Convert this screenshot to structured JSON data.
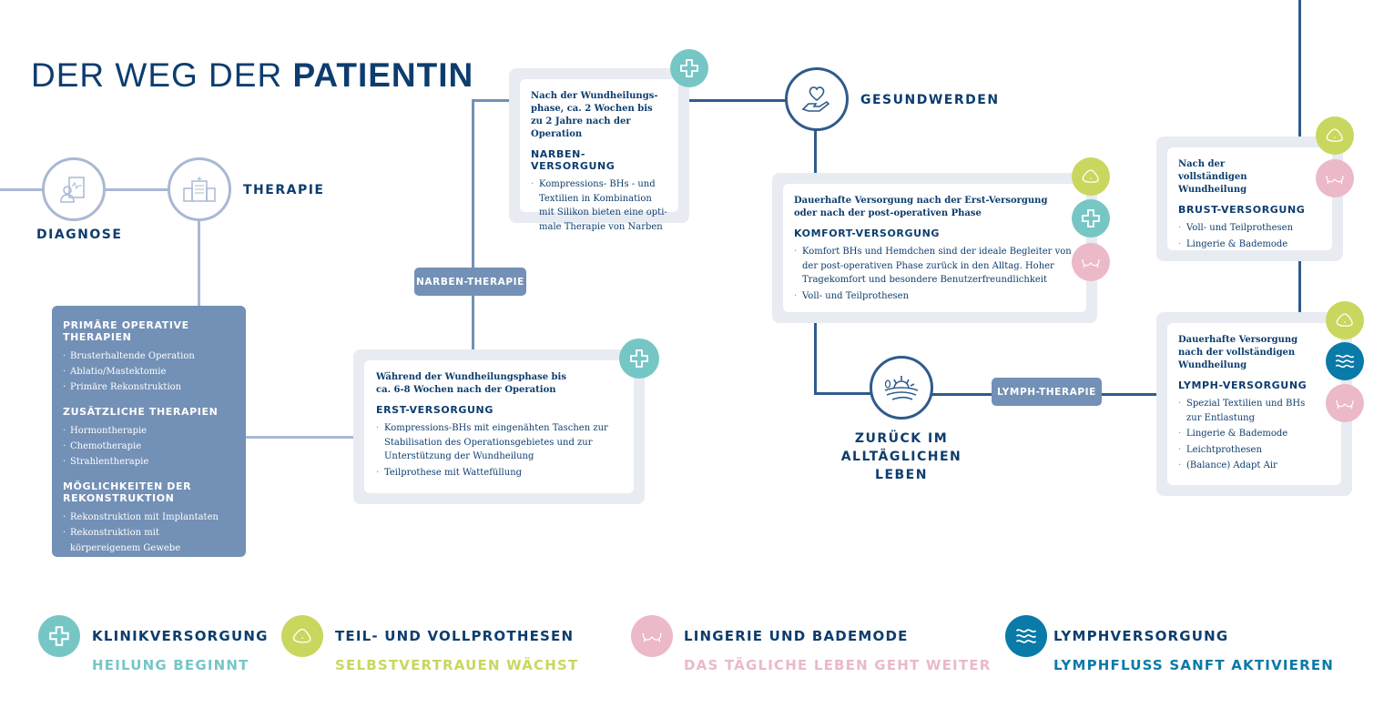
{
  "title": {
    "light": "DER WEG DER ",
    "bold": "PATIENTIN"
  },
  "nodes": {
    "diagnose": "DIAGNOSE",
    "therapie": "THERAPIE",
    "gesundwerden": "GESUNDWERDEN",
    "zurueck_line1": "ZURÜCK IM",
    "zurueck_line2": "ALLTÄGLICHEN LEBEN"
  },
  "therapy_box": {
    "sections": [
      {
        "heading": "PRIMÄRE OPERATIVE THERAPIEN",
        "items": [
          "Brusterhaltende Operation",
          "Ablatio/Mastektomie",
          "Primäre Rekonstruktion"
        ]
      },
      {
        "heading": "ZUSÄTZLICHE THERAPIEN",
        "items": [
          "Hormontherapie",
          "Chemotherapie",
          "Strahlentherapie"
        ]
      },
      {
        "heading": "MÖGLICHKEITEN DER REKONSTRUKTION",
        "items": [
          "Rekonstruktion mit Implantaten",
          "Rekonstruktion mit körpereigenem Gewebe"
        ]
      }
    ]
  },
  "pills": {
    "narben": "NARBEN-THERAPIE",
    "lymph": "LYMPH-THERAPIE"
  },
  "cards": {
    "erst": {
      "sub": "Während der Wundheilungsphase bis ca. 6-8 Wochen nach der Operation",
      "heading": "ERST-VERSORGUNG",
      "items": [
        "Kompressions-BHs mit eingenähten Taschen zur Stabilisation des Operationsgebietes und zur Unterstützung der Wundheilung",
        "Teilprothese mit Wattefüllung"
      ]
    },
    "narben": {
      "sub": "Nach der Wundheilungs-phase, ca. 2 Wochen bis zu 2 Jahre nach der Operation",
      "heading": "NARBEN-VERSORGUNG",
      "items": [
        "Kompressions- BHs - und Textilien in Kombination mit Silikon bieten eine opti-male Therapie von Narben"
      ]
    },
    "komfort": {
      "sub": "Dauerhafte Versorgung nach der Erst-Versorgung oder nach der post-operativen Phase",
      "heading": "KOMFORT-VERSORGUNG",
      "items": [
        "Komfort BHs und Hemdchen sind der ideale Begleiter von der post-operativen Phase zurück in den Alltag. Hoher Tragekomfort und besondere Benutzerfreundlichkeit",
        "Voll- und Teilprothesen"
      ]
    },
    "brust": {
      "sub": "Nach der vollständigen Wundheilung",
      "heading": "BRUST-VERSORGUNG",
      "items": [
        "Voll- und Teilprothesen",
        "Lingerie & Bademode"
      ]
    },
    "lymph": {
      "sub": "Dauerhafte Versorgung nach der vollständigen Wundheilung",
      "heading": "LYMPH-VERSORGUNG",
      "items": [
        "Spezial Textilien und BHs zur Entlastung",
        "Lingerie & Bademode",
        "Leichtprothesen",
        "(Balance) Adapt Air"
      ]
    }
  },
  "legend": [
    {
      "title": "KLINIKVERSORGUNG",
      "subtitle": "HEILUNG BEGINNT",
      "icon": "cross-icon",
      "color": "#77c6c6"
    },
    {
      "title": "TEIL- UND VOLLPROTHESEN",
      "subtitle": "SELBSTVERTRAUEN WÄCHST",
      "icon": "prosthesis-icon",
      "color": "#c9d75e"
    },
    {
      "title": "LINGERIE UND BADEMODE",
      "subtitle": "DAS TÄGLICHE LEBEN GEHT WEITER",
      "icon": "bra-icon",
      "color": "#ebb9c8"
    },
    {
      "title": "LYMPHVERSORGUNG",
      "subtitle": "LYMPHFLUSS SANFT AKTIVIEREN",
      "icon": "waves-icon",
      "color": "#0a7aa8"
    }
  ]
}
